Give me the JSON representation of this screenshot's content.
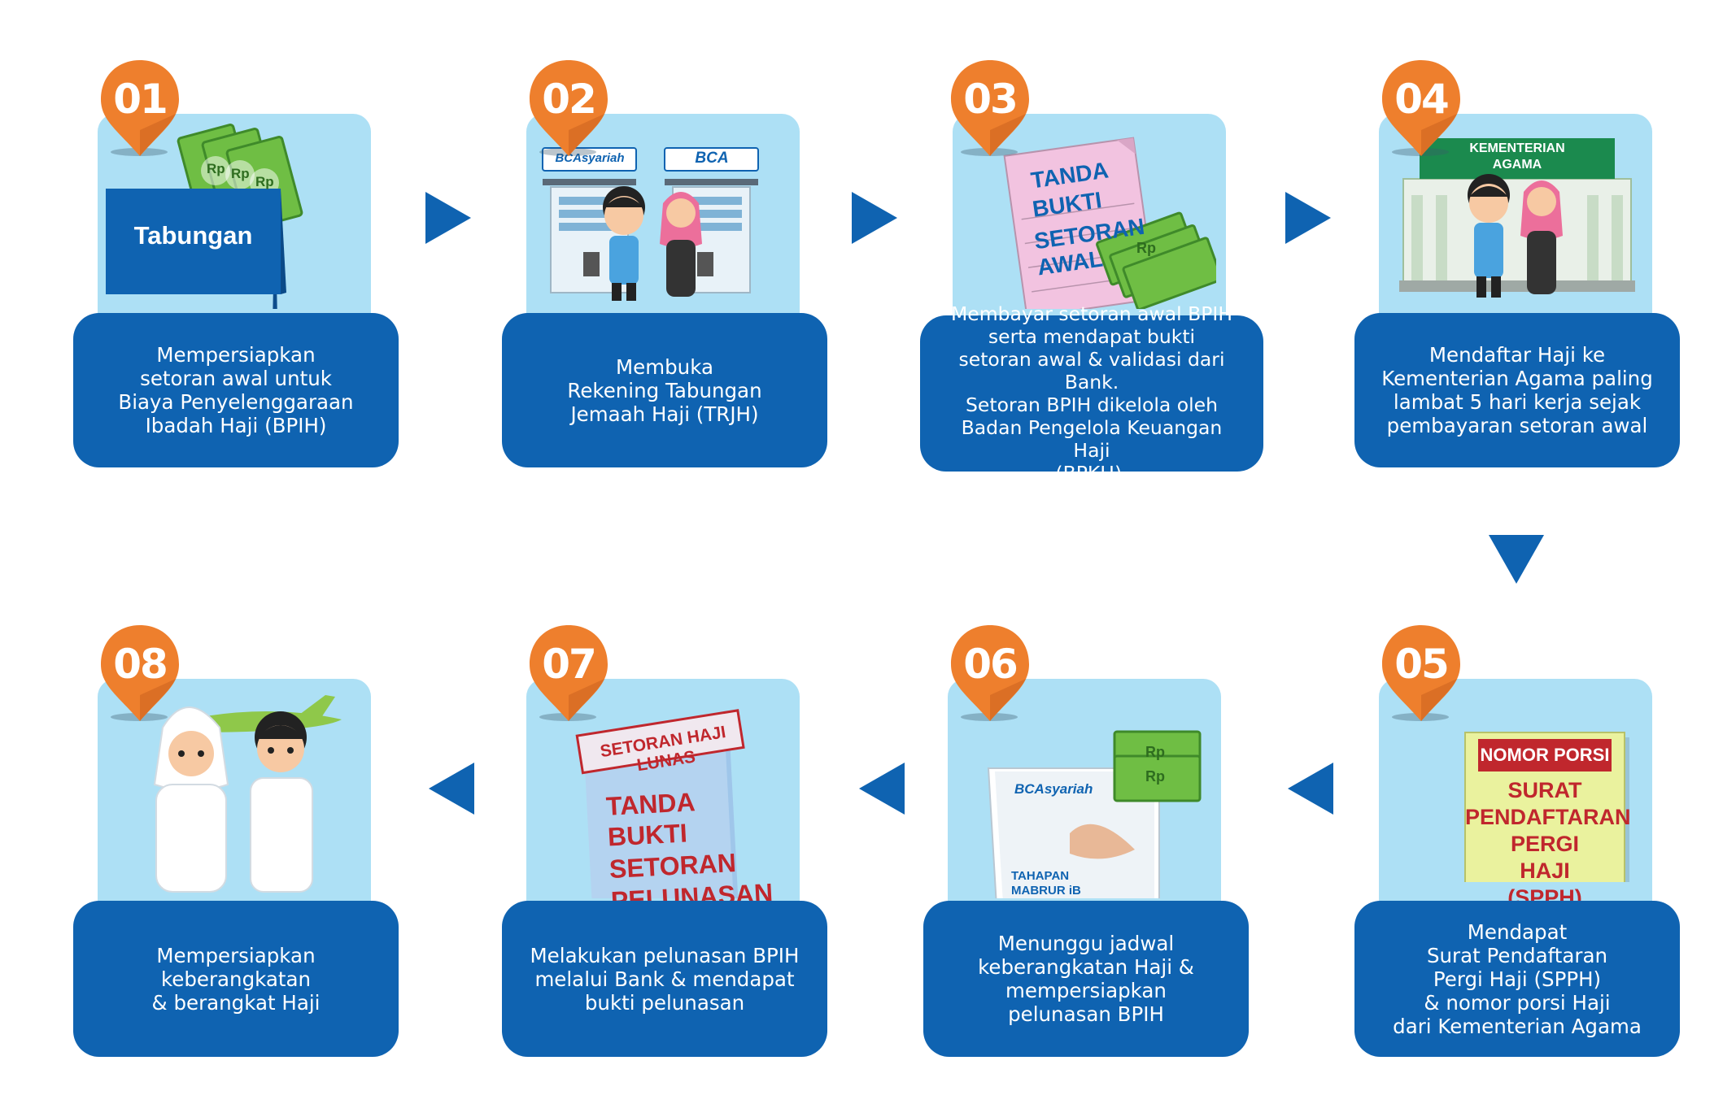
{
  "steps": [
    {
      "number": "01",
      "text": "Mempersiapkan\nsetoran awal untuk\nBiaya Penyelenggaraan\nIbadah Haji (BPIH)",
      "illustration": {
        "label": "Tabungan",
        "money_symbol": "Rp"
      }
    },
    {
      "number": "02",
      "text": "Membuka\nRekening Tabungan\nJemaah Haji (TRJH)",
      "illustration": {
        "bank_sign_1": "BCAsyariah",
        "bank_sign_2": "BCA"
      }
    },
    {
      "number": "03",
      "text": "Membayar setoran awal BPIH\nserta mendapat bukti\nsetoran awal & validasi dari Bank.\nSetoran BPIH dikelola oleh\nBadan Pengelola Keuangan Haji\n(BPKH).",
      "illustration": {
        "line1": "TANDA",
        "line2": "BUKTI",
        "line3": "SETORAN",
        "line4": "AWAL",
        "money_symbol": "Rp"
      }
    },
    {
      "number": "04",
      "text": "Mendaftar Haji ke\nKementerian Agama paling\nlambat 5 hari kerja sejak\npembayaran setoran awal",
      "illustration": {
        "sign_line1": "KEMENTERIAN",
        "sign_line2": "AGAMA"
      }
    },
    {
      "number": "05",
      "text": "Mendapat\nSurat Pendaftaran\nPergi Haji (SPPH)\n& nomor porsi Haji\ndari Kementerian Agama",
      "illustration": {
        "header": "NOMOR PORSI",
        "line1": "SURAT",
        "line2": "PENDAFTARAN",
        "line3": "PERGI",
        "line4": "HAJI",
        "line5": "(SPPH)"
      }
    },
    {
      "number": "06",
      "text": "Menunggu jadwal\nkeberangkatan Haji &\nmempersiapkan\npelunasan BPIH",
      "illustration": {
        "bank_label": "BCAsyariah",
        "book_line1": "TAHAPAN",
        "book_line2": "MABRUR iB",
        "money_symbol": "Rp"
      }
    },
    {
      "number": "07",
      "text": "Melakukan pelunasan BPIH\nmelalui Bank & mendapat\nbukti pelunasan",
      "illustration": {
        "stamp": "SETORAN HAJI LUNAS",
        "line1": "TANDA",
        "line2": "BUKTI",
        "line3": "SETORAN",
        "line4": "PELUNASAN"
      }
    },
    {
      "number": "08",
      "text": "Mempersiapkan\nkeberangkatan\n& berangkat Haji",
      "illustration": {}
    }
  ],
  "colors": {
    "accent_blue": "#0f63b1",
    "card_bg": "#ade0f5",
    "badge_orange": "#ee7f2d",
    "money_green": "#6fbe44",
    "red": "#d63a3a"
  }
}
